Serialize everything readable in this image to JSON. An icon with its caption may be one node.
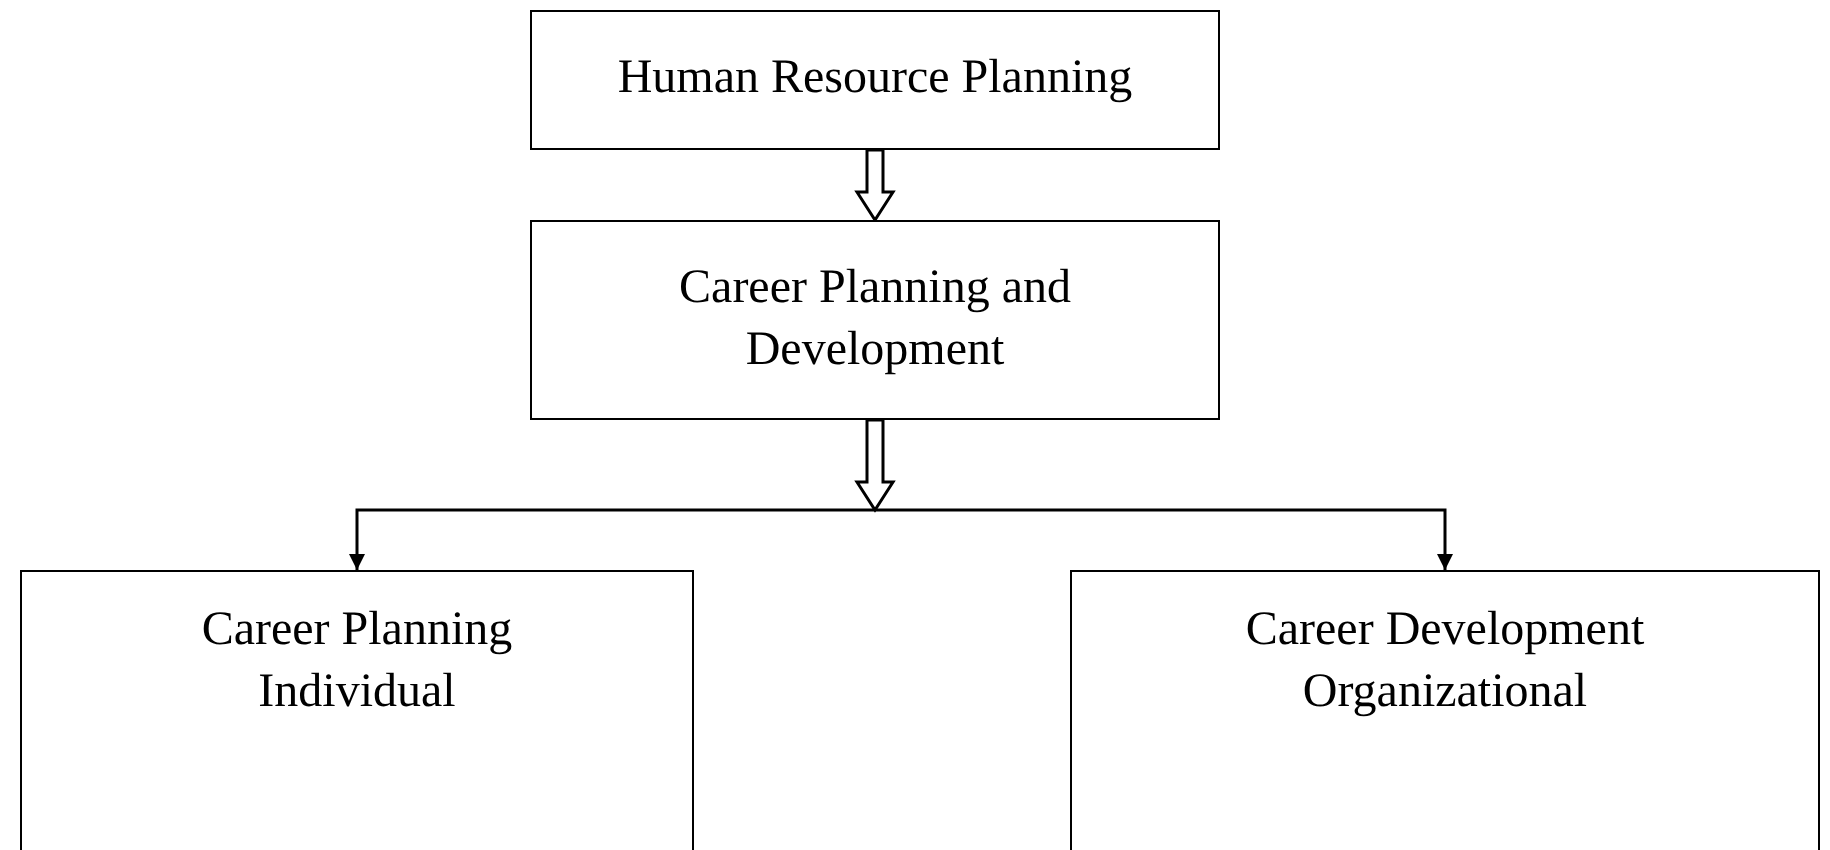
{
  "diagram": {
    "nodes": [
      {
        "text": [
          "Human Resource Planning"
        ]
      },
      {
        "text": [
          "Career Planning and Development"
        ]
      },
      {
        "text": [
          "Career Planning",
          "Individual"
        ]
      },
      {
        "text": [
          "Career Development",
          "Organizational"
        ]
      }
    ],
    "edges": [
      {
        "from": 0,
        "to": 1,
        "arrow": "to"
      },
      {
        "from": 1,
        "to": 2,
        "arrow": "to"
      },
      {
        "from": 1,
        "to": 3,
        "arrow": "to"
      }
    ]
  }
}
